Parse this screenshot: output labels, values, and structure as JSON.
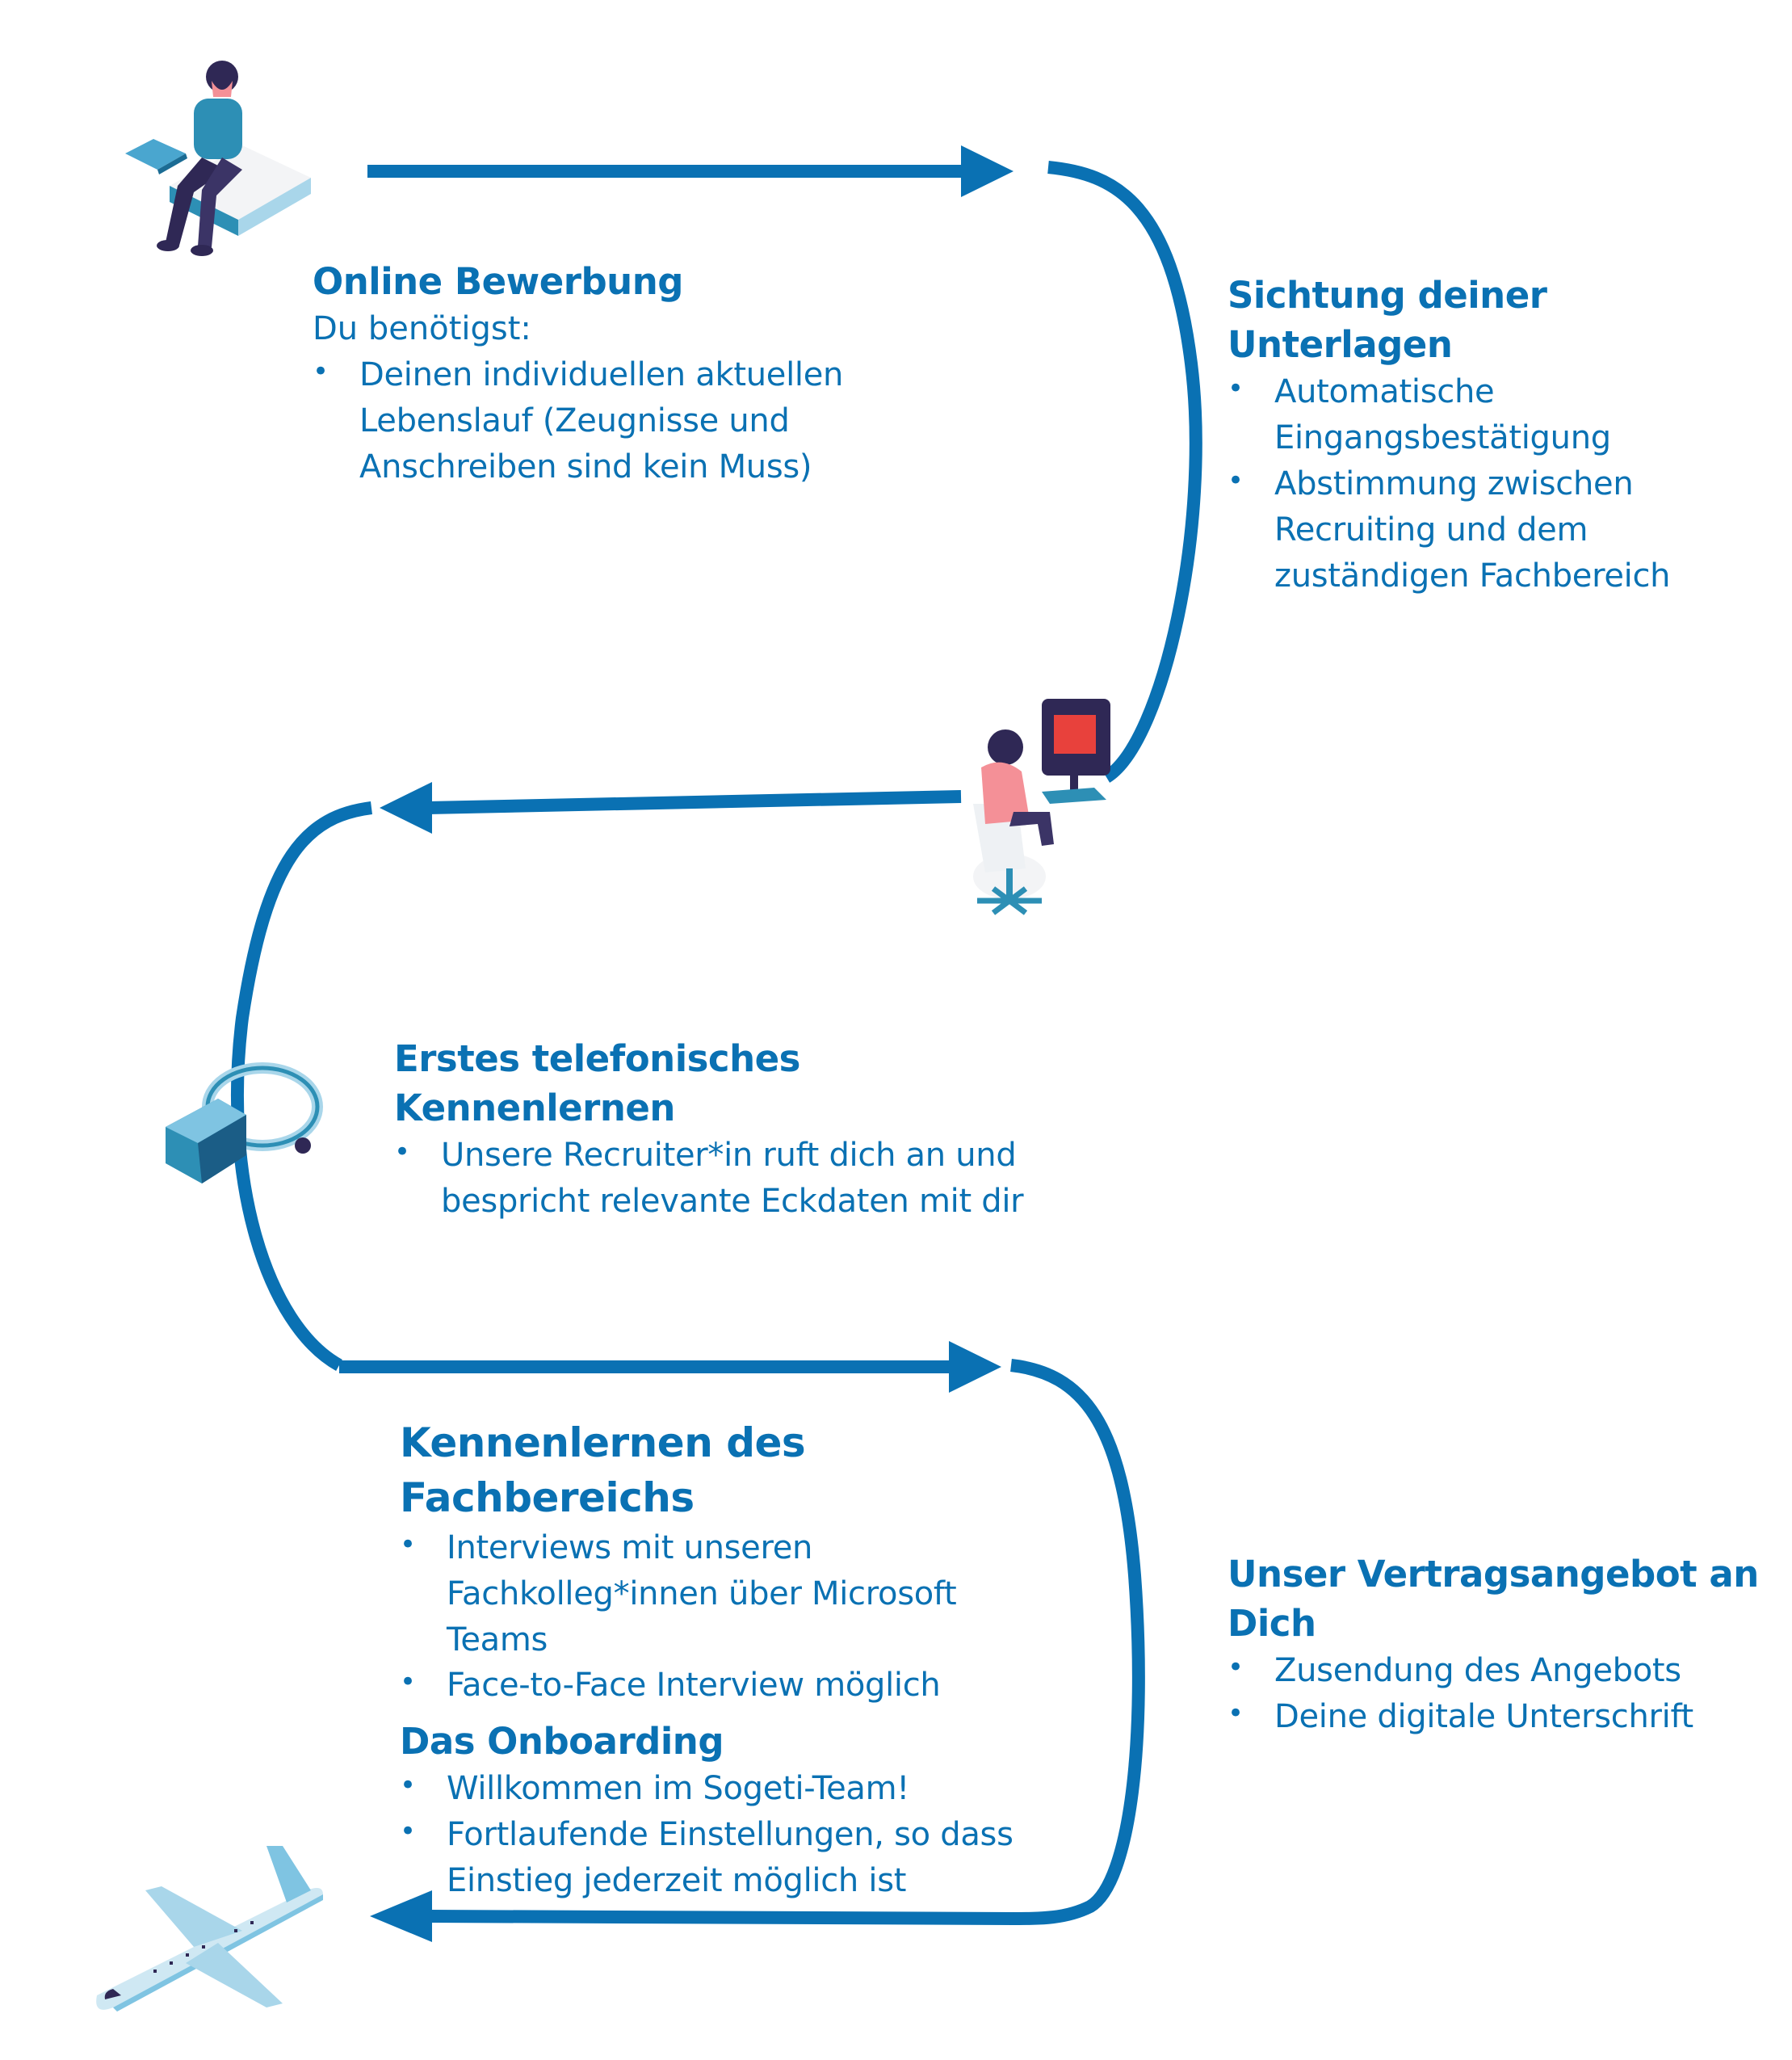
{
  "steps": [
    {
      "title": "Online Bewerbung",
      "intro": "Du benötigst:",
      "items": [
        "Deinen individuellen aktuellen Lebenslauf (Zeugnisse und Anschreiben sind kein Muss)"
      ]
    },
    {
      "title": "Sichtung deiner Unterlagen",
      "items": [
        "Automatische Eingangsbestätigung",
        "Abstimmung zwischen Recruiting und dem zuständigen Fachbereich"
      ]
    },
    {
      "title": "Erstes telefonisches Kennenlernen",
      "items": [
        "Unsere Recruiter*in ruft dich an und bespricht relevante Eckdaten mit dir"
      ]
    },
    {
      "title": "Kennenlernen des Fachbereichs",
      "items": [
        "Interviews mit unseren Fachkolleg*innen über Microsoft Teams",
        "Face-to-Face Interview möglich"
      ]
    },
    {
      "title": "Unser Vertragsangebot an Dich",
      "items": [
        "Zusendung des Angebots",
        "Deine digitale Unterschrift"
      ]
    },
    {
      "title": "Das Onboarding",
      "items": [
        "Willkommen im Sogeti-Team!",
        "Fortlaufende Einstellungen, so dass Einstieg jederzeit möglich ist"
      ]
    }
  ],
  "colors": {
    "primary": "#0a71b3",
    "accent_red": "#e8413c",
    "pink": "#f49097",
    "navy": "#2f2855",
    "light_blue": "#a9d6ea",
    "teal": "#2d8fb5"
  },
  "illustrations": [
    "person-laptop-icon",
    "person-computer-icon",
    "vr-headset-icon",
    "airplane-icon"
  ]
}
